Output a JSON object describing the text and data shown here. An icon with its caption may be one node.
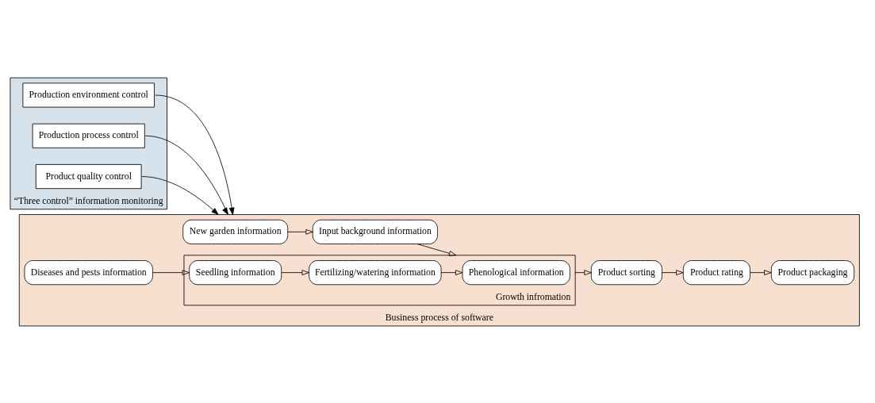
{
  "diagram": {
    "nodes": [
      {
        "text": [
          "“Three control” information monitoring"
        ]
      },
      {
        "text": [
          "Production environment control"
        ],
        "in": 0
      },
      {
        "text": [
          "Production process control"
        ],
        "in": 0
      },
      {
        "text": [
          "Product quality control"
        ],
        "in": 0
      },
      {
        "text": [
          "Business process of software"
        ]
      },
      {
        "text": [
          "New garden information"
        ],
        "in": 4
      },
      {
        "text": [
          "Input background information"
        ],
        "in": 4
      },
      {
        "text": [
          "Growth infromation"
        ],
        "in": 4
      },
      {
        "text": [
          "Phenological information"
        ],
        "in": 7
      },
      {
        "text": [
          "Fertilizing/watering information"
        ],
        "in": 7
      },
      {
        "text": [
          "Seedling information"
        ],
        "in": 7
      },
      {
        "text": [
          "Diseases and pests information"
        ],
        "in": 4
      },
      {
        "text": [
          "Product sorting"
        ],
        "in": 4
      },
      {
        "text": [
          "Product rating"
        ],
        "in": 4
      },
      {
        "text": [
          "Product packaging"
        ],
        "in": 4
      }
    ],
    "edges": [
      {
        "from": 1,
        "to": 4,
        "arrow": "to"
      },
      {
        "from": 2,
        "to": 4,
        "arrow": "to"
      },
      {
        "from": 3,
        "to": 4,
        "arrow": "to"
      },
      {
        "from": 5,
        "to": 6,
        "arrow": "to"
      },
      {
        "from": 6,
        "to": 7,
        "arrow": "to"
      },
      {
        "from": 10,
        "to": 9,
        "arrow": "to"
      },
      {
        "from": 9,
        "to": 8,
        "arrow": "to"
      },
      {
        "from": 11,
        "to": 10,
        "arrow": "to"
      },
      {
        "from": 7,
        "to": 12,
        "arrow": "to"
      },
      {
        "from": 12,
        "to": 13,
        "arrow": "to"
      },
      {
        "from": 13,
        "to": 14,
        "arrow": "to"
      }
    ]
  }
}
